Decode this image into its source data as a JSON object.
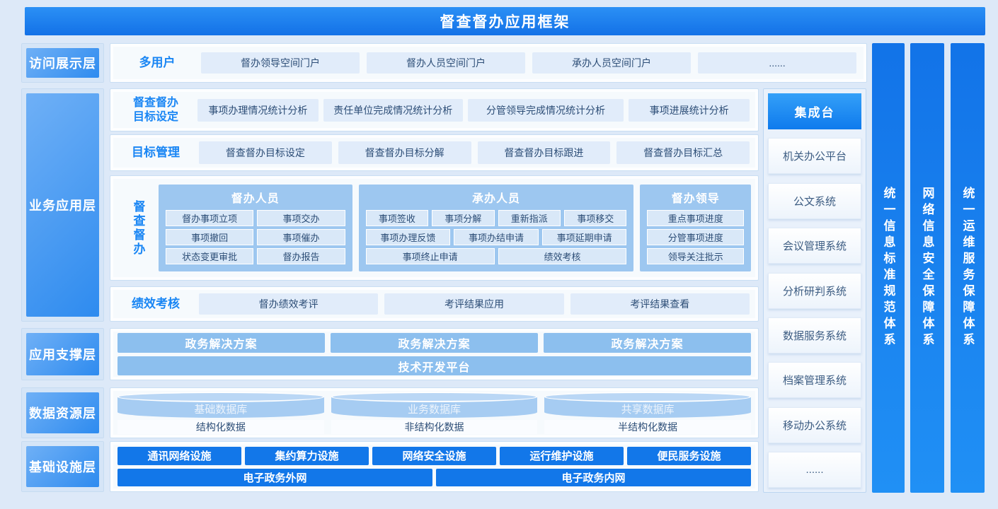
{
  "banner": {
    "title": "督查督办应用框架"
  },
  "layers": {
    "access": "访问展示层",
    "business": "业务应用层",
    "support": "应用支撑层",
    "data": "数据资源层",
    "infra": "基础设施层"
  },
  "access_row": {
    "label": "多用户",
    "items": [
      "督办领导空间门户",
      "督办人员空间门户",
      "承办人员空间门户",
      "......"
    ]
  },
  "target_row": {
    "label_line1": "督查督办",
    "label_line2": "目标设定",
    "items": [
      "事项办理情况统计分析",
      "责任单位完成情况统计分析",
      "分管领导完成情况统计分析",
      "事项进展统计分析"
    ]
  },
  "goal_row": {
    "label": "目标管理",
    "items": [
      "督查督办目标设定",
      "督查督办目标分解",
      "督查督办目标跟进",
      "督查督办目标汇总"
    ]
  },
  "ducha_row": {
    "label": "督查督办",
    "groups": [
      {
        "title": "督办人员",
        "rows": [
          [
            "督办事项立项",
            "事项交办"
          ],
          [
            "事项撤回",
            "事项催办"
          ],
          [
            "状态变更审批",
            "督办报告"
          ]
        ]
      },
      {
        "title": "承办人员",
        "rows": [
          [
            "事项签收",
            "事项分解",
            "重新指派",
            "事项移交"
          ],
          [
            "事项办理反馈",
            "事项办结申请",
            "事项延期申请"
          ],
          [
            "事项终止申请",
            "绩效考核"
          ]
        ]
      },
      {
        "title": "督办领导",
        "rows": [
          [
            "重点事项进度"
          ],
          [
            "分管事项进度"
          ],
          [
            "领导关注批示"
          ]
        ]
      }
    ]
  },
  "perf_row": {
    "label": "绩效考核",
    "items": [
      "督办绩效考评",
      "考评结果应用",
      "考评结果查看"
    ]
  },
  "support_row": {
    "solutions": [
      "政务解决方案",
      "政务解决方案",
      "政务解决方案"
    ],
    "platform": "技术开发平台"
  },
  "data_row": {
    "databases": [
      {
        "name": "基础数据库",
        "type": "结构化数据"
      },
      {
        "name": "业务数据库",
        "type": "非结构化数据"
      },
      {
        "name": "共享数据库",
        "type": "半结构化数据"
      }
    ]
  },
  "infra_row": {
    "facilities": [
      "通讯网络设施",
      "集约算力设施",
      "网络安全设施",
      "运行维护设施",
      "便民服务设施"
    ],
    "networks": [
      "电子政务外网",
      "电子政务内网"
    ]
  },
  "integration": {
    "header": "集成台",
    "items": [
      "机关办公平台",
      "公文系统",
      "会议管理系统",
      "分析研判系统",
      "数据服务系统",
      "档案管理系统",
      "移动办公系统",
      "......"
    ]
  },
  "pillars": [
    "统一信息标准规范体系",
    "网络信息安全保障体系",
    "统一运维服务保障体系"
  ],
  "colors": {
    "accent_blue": "#1a86f4",
    "strong_blue": "#1277e9",
    "medium_blue": "#8cbfee",
    "group_blue": "#9dc7f0",
    "light_item": "#e1ecfa",
    "navy_text": "#2c4d76"
  }
}
